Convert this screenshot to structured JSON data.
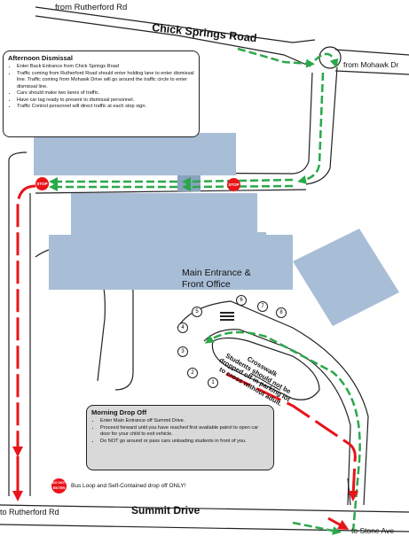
{
  "roads": {
    "top_from": "from Rutherford Rd",
    "chick_springs": "Chick Springs Road",
    "mohawk": "from Mohawk Dr",
    "summit": "Summit Drive",
    "to_rutherford": "to Rutherford Rd",
    "to_stone": "to Stone Ave"
  },
  "building": {
    "entrance_line1": "Main Entrance &",
    "entrance_line2": "Front Office"
  },
  "afternoon": {
    "title": "Afternoon Dismissal",
    "items": [
      "Enter Back Entrance from Chick Springs Road",
      "Traffic coming from Rutherford Road should enter holding lane to enter dismissal line.  Traffic coming from Mohawk Drive will go around the traffic circle to enter dismissal line.",
      "Cars should make two lanes of traffic.",
      "Have car tag ready to present to dismissal personnel.",
      "Traffic Control personnel will direct traffic at each stop sign."
    ]
  },
  "morning": {
    "title": "Morning Drop Off",
    "items": [
      "Enter Main Entrance off Summit Drive.",
      "Proceed forward until you have reached first available patrol to open car door for your child to exit vehicle.",
      "Do NOT go around or pass cars unloading students in front of you."
    ]
  },
  "crosswalk": {
    "line1": "Crosswalk",
    "line2_pre": "Students ",
    "line2_em": "should not",
    "line2_post": " be",
    "line3": "dropped off in parking lot",
    "line4": "to  cross without adult."
  },
  "signs": {
    "stop": "STOP",
    "do_not_enter_1": "DO NOT",
    "do_not_enter_2": "ENTER"
  },
  "bus_note": "Bus Loop and Self-Contained drop off ONLY!",
  "spots": [
    "1",
    "2",
    "3",
    "4",
    "5",
    "6",
    "7",
    "8"
  ],
  "colors": {
    "building": "#a8bed6",
    "dismissal_route": "#2aa84a",
    "dropoff_route": "#e8141a",
    "road_line": "#222222"
  }
}
